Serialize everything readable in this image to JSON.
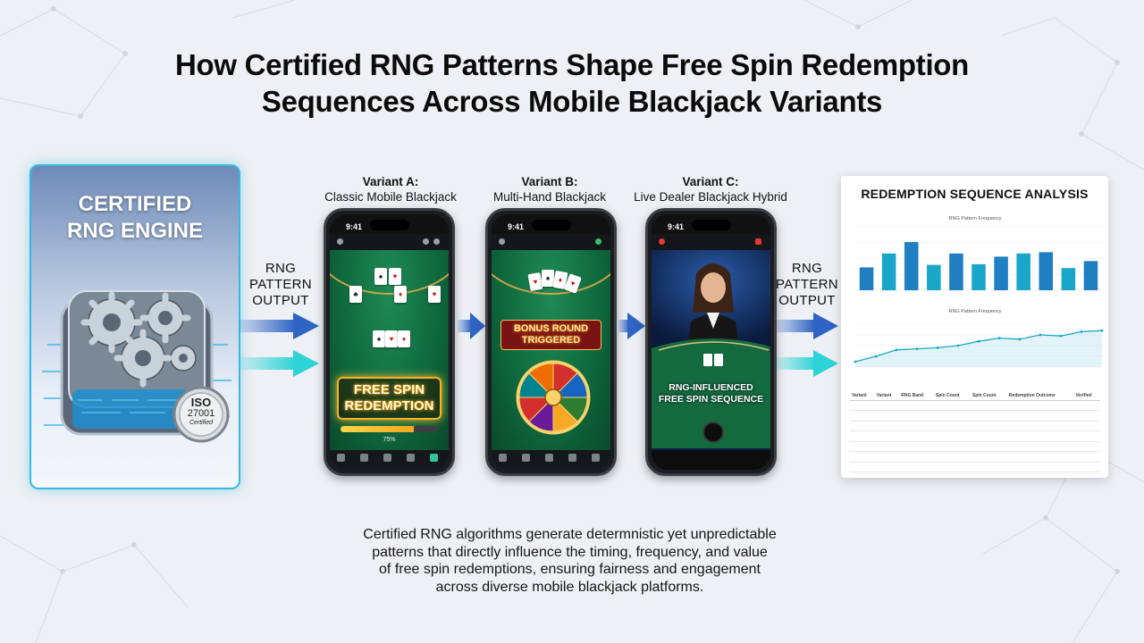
{
  "title": {
    "line1": "How Certified RNG Patterns Shape Free Spin Redemption",
    "line2": "Sequences Across Mobile Blackjack Variants"
  },
  "engine": {
    "line1": "CERTIFIED",
    "line2": "RNG ENGINE",
    "badge_top": "ISO",
    "badge_num": "27001",
    "badge_bottom": "Certified"
  },
  "flow_left": {
    "line1": "RNG",
    "line2": "PATTERN",
    "line3": "OUTPUT"
  },
  "flow_right": {
    "line1": "RNG",
    "line2": "PATTERN",
    "line3": "OUTPUT"
  },
  "variants": [
    {
      "name": "Variant A:",
      "desc": "Classic Mobile Blackjack",
      "clock": "9:41",
      "banner_line1": "FREE SPIN",
      "banner_line2": "REDEMPTION",
      "progress_text": "75%",
      "progress": 0.75
    },
    {
      "name": "Variant B:",
      "desc": "Multi-Hand Blackjack",
      "clock": "9:41",
      "banner_line1": "BONUS ROUND",
      "banner_line2": "TRIGGERED"
    },
    {
      "name": "Variant C:",
      "desc": "Live Dealer Blackjack Hybrid",
      "clock": "9:41",
      "banner_line1": "RNG-INFLUENCED",
      "banner_line2": "FREE SPIN SEQUENCE"
    }
  ],
  "analysis": {
    "title": "REDEMPTION SEQUENCE ANALYSIS",
    "accent": "#1aa6c8"
  },
  "chart_data": [
    {
      "type": "bar",
      "title": "RNG Pattern Frequency",
      "values": [
        36,
        58,
        76,
        40,
        58,
        41,
        53,
        58,
        60,
        35,
        46
      ],
      "ylim": [
        0,
        100
      ]
    },
    {
      "type": "line",
      "title": "RNG Pattern Frequency",
      "values": [
        5,
        10,
        16,
        17,
        18,
        20,
        24,
        27,
        26,
        30,
        29,
        33,
        34
      ],
      "ylim": [
        0,
        40
      ]
    },
    {
      "type": "table",
      "columns": [
        "Variant",
        "Variant",
        "RNG Band",
        "Spin Count",
        "Spin Count",
        "Redemption Outcome",
        "Verified"
      ]
    }
  ],
  "caption": {
    "line1": "Certified RNG algorithms generate determnistic yet unpredictable",
    "line2": "patterns that directly influence the timing, frequency, and value",
    "line3": "of free spin redemptions, ensuring fairness and engagement",
    "line4": "across diverse mobile blackjack platforms."
  },
  "colors": {
    "arrow_blue": "#2f64c4",
    "arrow_teal": "#2ed3d8",
    "felt_green": "#0f6a3e",
    "neon_gold": "#f4b52a"
  }
}
